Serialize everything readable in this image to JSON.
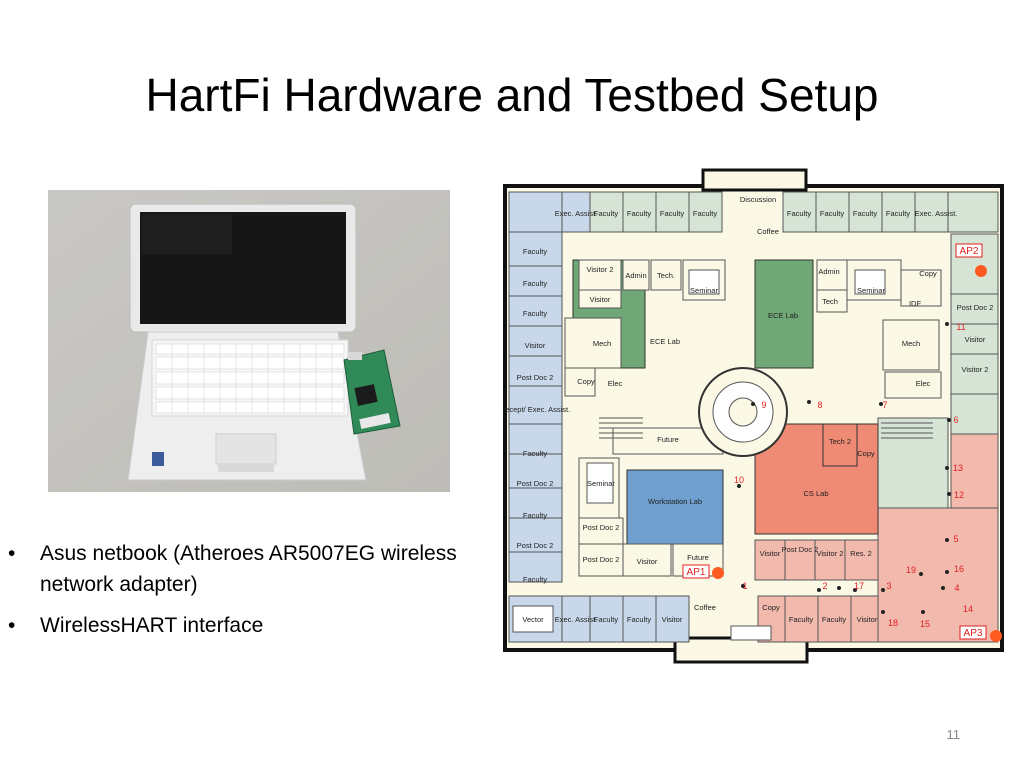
{
  "slide": {
    "title": "HartFi Hardware and Testbed Setup",
    "page_number": "11"
  },
  "bullets": [
    {
      "marker": "•",
      "text": "Asus netbook (Atheroes AR5007EG wireless network adapter)"
    },
    {
      "marker": "•",
      "text": "WirelessHART interface"
    }
  ],
  "floorplan": {
    "rooms": {
      "discussion": "Discussion",
      "exec_assist": "Exec. Assist.",
      "faculty": "Faculty",
      "coffee": "Coffee",
      "visitor": "Visitor",
      "visitor_2": "Visitor 2",
      "admin": "Admin",
      "tech": "Tech.",
      "tech_plain": "Tech",
      "tech_2": "Tech 2",
      "ece_lab": "ECE Lab",
      "mech": "Mech",
      "elec": "Elec",
      "copy": "Copy",
      "idf": "IDF",
      "post_doc_2": "Post Doc 2",
      "recept": "Recept/ Exec. Assist.",
      "future": "Future",
      "workstation_lab": "Workstation Lab",
      "cs_lab": "CS Lab",
      "res_2": "Res. 2",
      "seminar": "Seminar",
      "vector": "Vector"
    },
    "access_points": [
      "AP1",
      "AP2",
      "AP3"
    ],
    "node_labels": [
      "1",
      "2",
      "3",
      "4",
      "5",
      "6",
      "7",
      "8",
      "9",
      "10",
      "11",
      "12",
      "13",
      "14",
      "15",
      "16",
      "17",
      "18",
      "19"
    ],
    "colors": {
      "faculty_room": "#d6e4d6",
      "west_room": "#c8d8ea",
      "ece_lab": "#6fa776",
      "workstation_lab": "#6f9fce",
      "cs_lab": "#ef8a74",
      "south_east_room": "#f2b9ad",
      "corridor": "#fbf9e6",
      "ap_marker": "#ff5a1f",
      "node_label": "#e02020"
    }
  }
}
